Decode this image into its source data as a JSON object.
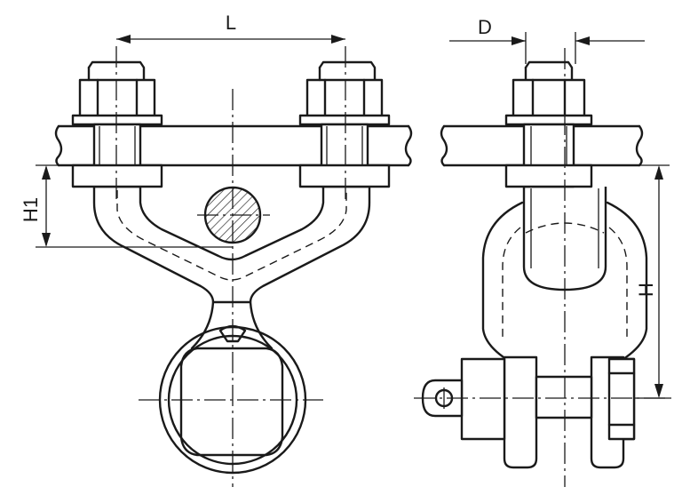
{
  "dimensions": {
    "L": "L",
    "D": "D",
    "H1": "H1",
    "H": "H"
  }
}
